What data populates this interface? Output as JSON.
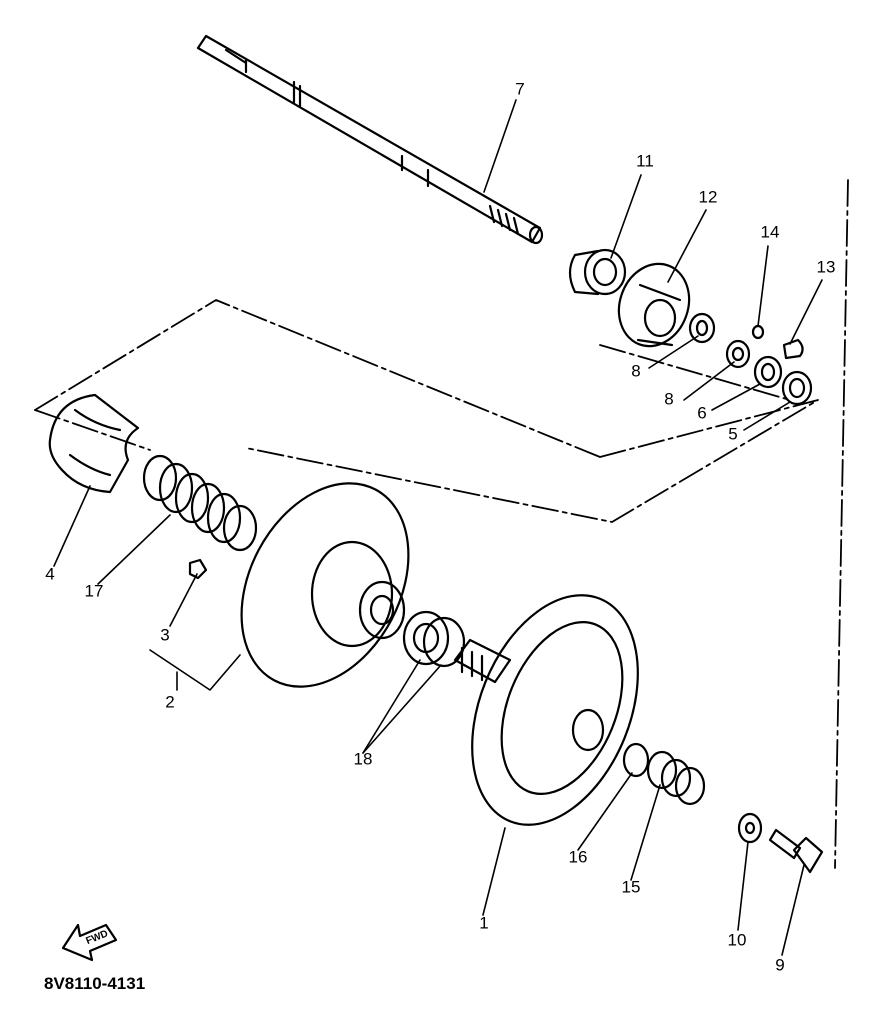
{
  "diagram": {
    "callouts": [
      "1",
      "2",
      "3",
      "4",
      "5",
      "6",
      "7",
      "8",
      "8",
      "9",
      "10",
      "11",
      "12",
      "13",
      "14",
      "15",
      "16",
      "17",
      "18"
    ],
    "fwd_label": "FWD",
    "part_code": "8V8110-4131"
  }
}
